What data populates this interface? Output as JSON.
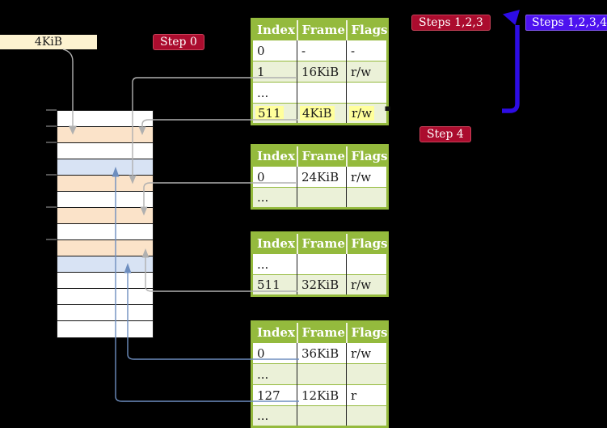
{
  "colors": {
    "background": "#000000",
    "table_header_green": "#94ba3d",
    "table_row_green": "#ebf1d8",
    "table_border_green": "#94ba3d",
    "highlight_yellow": "#ffff9c",
    "crimson_label": "#ab0c2e",
    "blueviolet_label": "#4d12ef",
    "arrow_blue": "#2d0ce5",
    "gray_line": "#b0b0b0",
    "steel_blue": "#6e8ebf",
    "memory_peach": "#fbe3c9",
    "memory_blue": "#d8e3f4",
    "memory_white": "#ffffff",
    "frame_label_beige": "#fdf2d0"
  },
  "labels": {
    "frame_size": "4KiB",
    "step0": "Step 0",
    "steps123": "Steps 1,2,3",
    "steps1234": "Steps 1,2,3,4",
    "step4": "Step 4"
  },
  "memory": {
    "rows": [
      "white",
      "peach",
      "white",
      "blue",
      "peach",
      "white",
      "peach",
      "white",
      "peach",
      "blue",
      "white",
      "white",
      "white",
      "white"
    ]
  },
  "tables": [
    {
      "headers": [
        "Index",
        "Frame",
        "Flags"
      ],
      "rows": [
        {
          "cells": [
            "0",
            "-",
            "-"
          ]
        },
        {
          "cells": [
            "1",
            "16KiB",
            "r/w"
          ]
        },
        {
          "cells": [
            "...",
            "",
            ""
          ]
        },
        {
          "cells": [
            "511",
            "4KiB",
            "r/w"
          ]
        }
      ]
    },
    {
      "headers": [
        "Index",
        "Frame",
        "Flags"
      ],
      "rows": [
        {
          "cells": [
            "0",
            "24KiB",
            "r/w"
          ]
        },
        {
          "cells": [
            "...",
            "",
            ""
          ]
        }
      ]
    },
    {
      "headers": [
        "Index",
        "Frame",
        "Flags"
      ],
      "rows": [
        {
          "cells": [
            "...",
            "",
            ""
          ]
        },
        {
          "cells": [
            "511",
            "32KiB",
            "r/w"
          ]
        }
      ]
    },
    {
      "headers": [
        "Index",
        "Frame",
        "Flags"
      ],
      "rows": [
        {
          "cells": [
            "0",
            "36KiB",
            "r/w"
          ]
        },
        {
          "cells": [
            "...",
            "",
            ""
          ]
        },
        {
          "cells": [
            "127",
            "12KiB",
            "r"
          ]
        },
        {
          "cells": [
            "...",
            "",
            ""
          ]
        }
      ]
    }
  ]
}
